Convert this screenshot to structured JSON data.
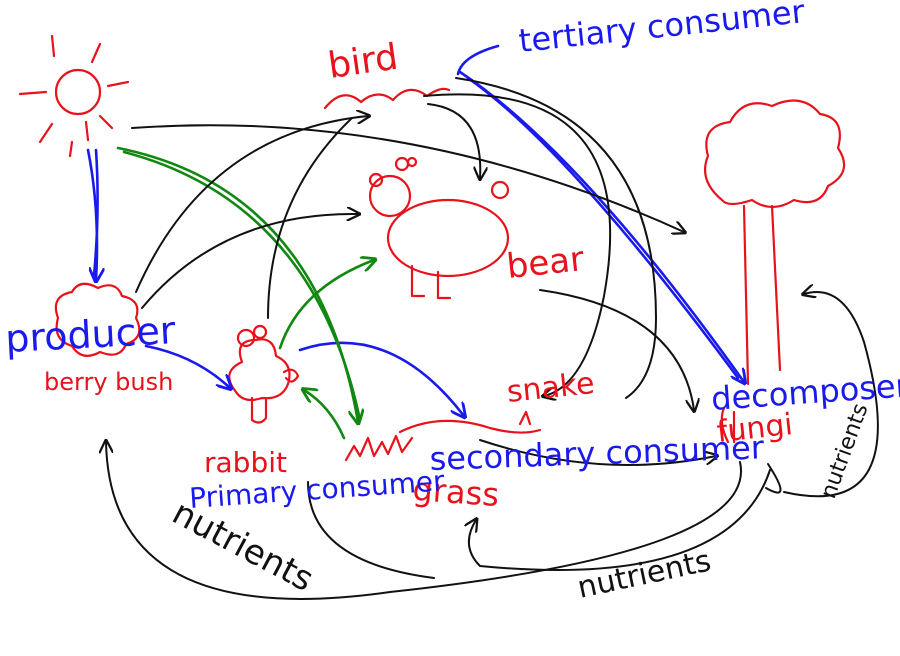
{
  "organisms": {
    "bird": "bird",
    "bear": "bear",
    "snake": "snake",
    "berry_bush": "berry bush",
    "rabbit": "rabbit",
    "grass": "grass",
    "fungi": "fungi"
  },
  "roles": {
    "tertiary": "tertiary consumer",
    "producer": "producer",
    "primary": "Primary consumer",
    "secondary": "secondary consumer",
    "decomposer": "decomposer"
  },
  "nutrients": {
    "left": "nutrients",
    "bottom": "nutrients",
    "right": "nutrients"
  },
  "colors": {
    "organism": "#e8121c",
    "role": "#1a1aee",
    "flow": "#111111",
    "sun_energy": "#118811"
  }
}
